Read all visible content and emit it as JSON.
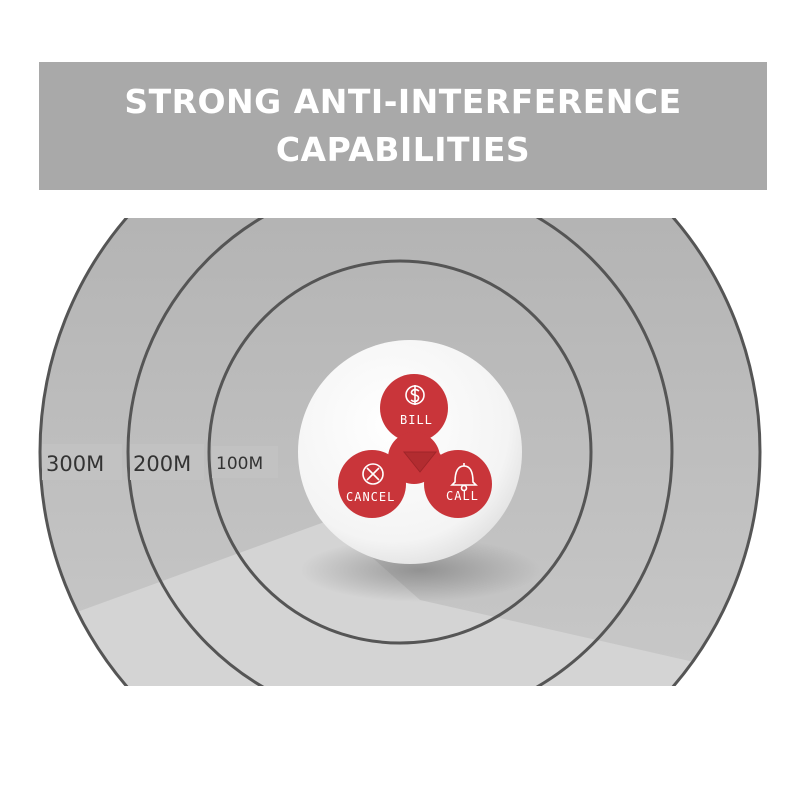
{
  "banner": {
    "line1": "STRONG ANTI-INTERFERENCE",
    "line2": "CAPABILITIES",
    "background_color": "#a9a9a9",
    "text_color": "#ffffff"
  },
  "ranges": [
    {
      "label": "300M"
    },
    {
      "label": "200M"
    },
    {
      "label": "100M"
    }
  ],
  "device": {
    "keypad_color": "#c9353a",
    "buttons": [
      {
        "label": "BILL",
        "icon": "dollar-icon"
      },
      {
        "label": "CANCEL",
        "icon": "cancel-x-icon"
      },
      {
        "label": "CALL",
        "icon": "bell-icon"
      }
    ],
    "center_icon": "triangle-indicator-icon"
  }
}
